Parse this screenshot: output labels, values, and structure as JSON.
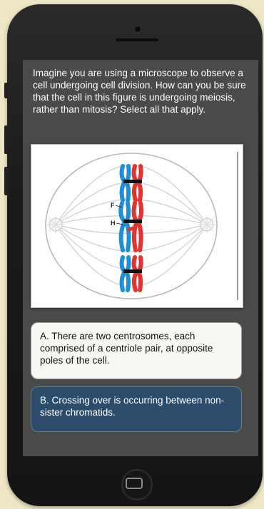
{
  "question": {
    "text": "Imagine you are using a microscope to observe a cell undergoing cell division. How can you be sure that the cell in this figure is undergoing meiosis, rather than mitosis? Select all that apply."
  },
  "figure": {
    "label_f": "F",
    "label_h": "H"
  },
  "answers": [
    {
      "label": "A. There are two centrosomes, each comprised of a centriole pair, at opposite poles of the cell."
    },
    {
      "label": "B. Crossing over is occurring between non-sister chromatids."
    }
  ],
  "colors": {
    "chromatid_blue": "#1c8fd8",
    "chromatid_red": "#e5322f",
    "selected_answer": "#2d4c6b"
  }
}
